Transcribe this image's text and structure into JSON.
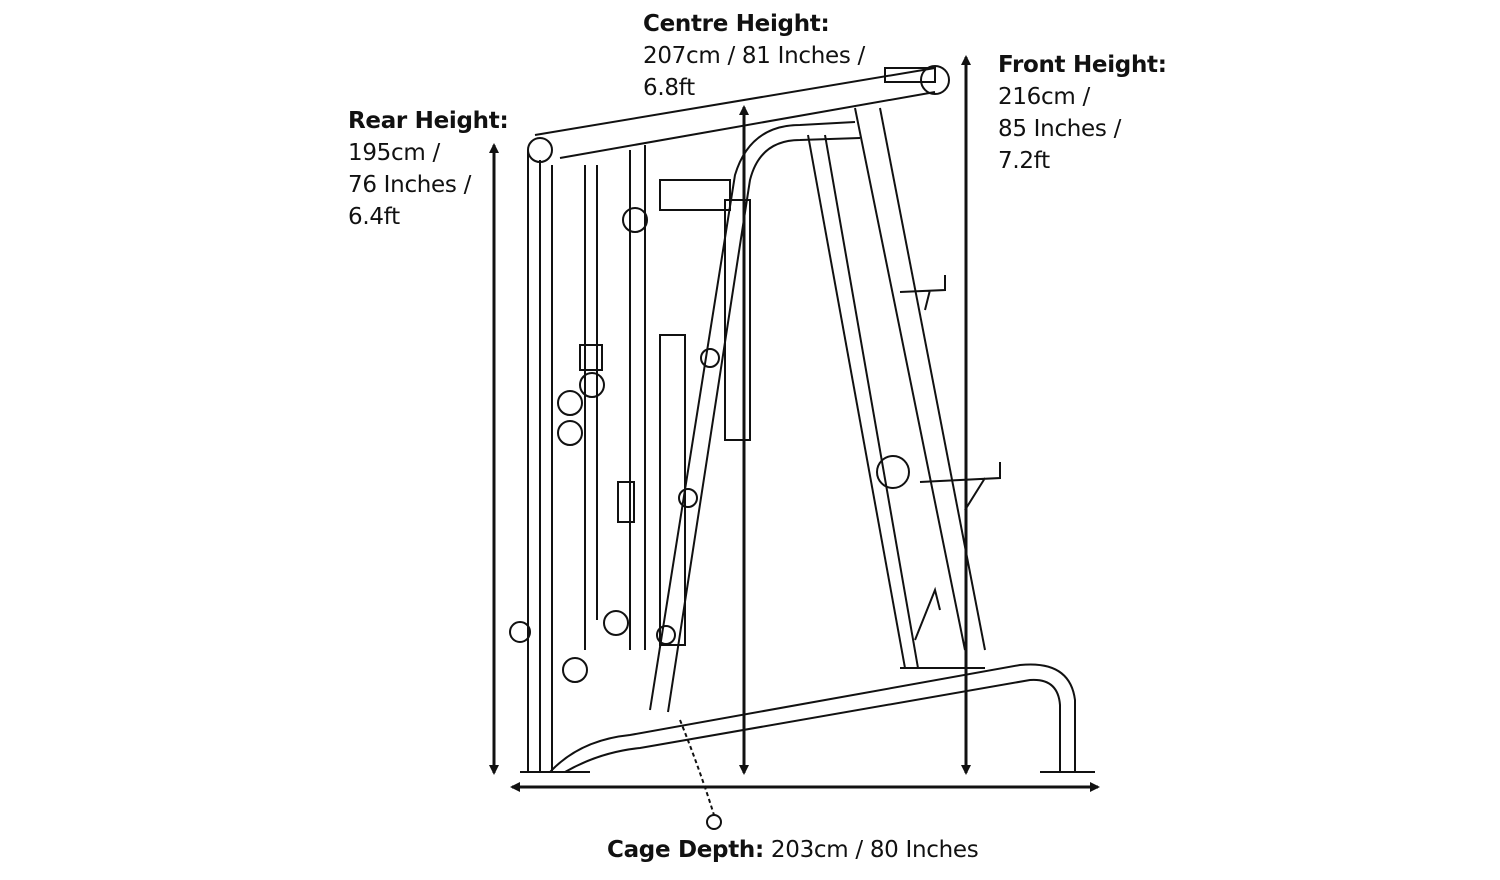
{
  "rear_height": {
    "title": "Rear Height:",
    "lines": [
      "195cm /",
      "76 Inches /",
      "6.4ft"
    ]
  },
  "centre_height": {
    "title": "Centre Height:",
    "lines": [
      "207cm / 81 Inches /",
      "6.8ft"
    ]
  },
  "front_height": {
    "title": "Front Height:",
    "lines": [
      "216cm /",
      "85 Inches /",
      "7.2ft"
    ]
  },
  "cage_depth": {
    "title": "Cage Depth:",
    "value": " 203cm / 80 Inches"
  }
}
